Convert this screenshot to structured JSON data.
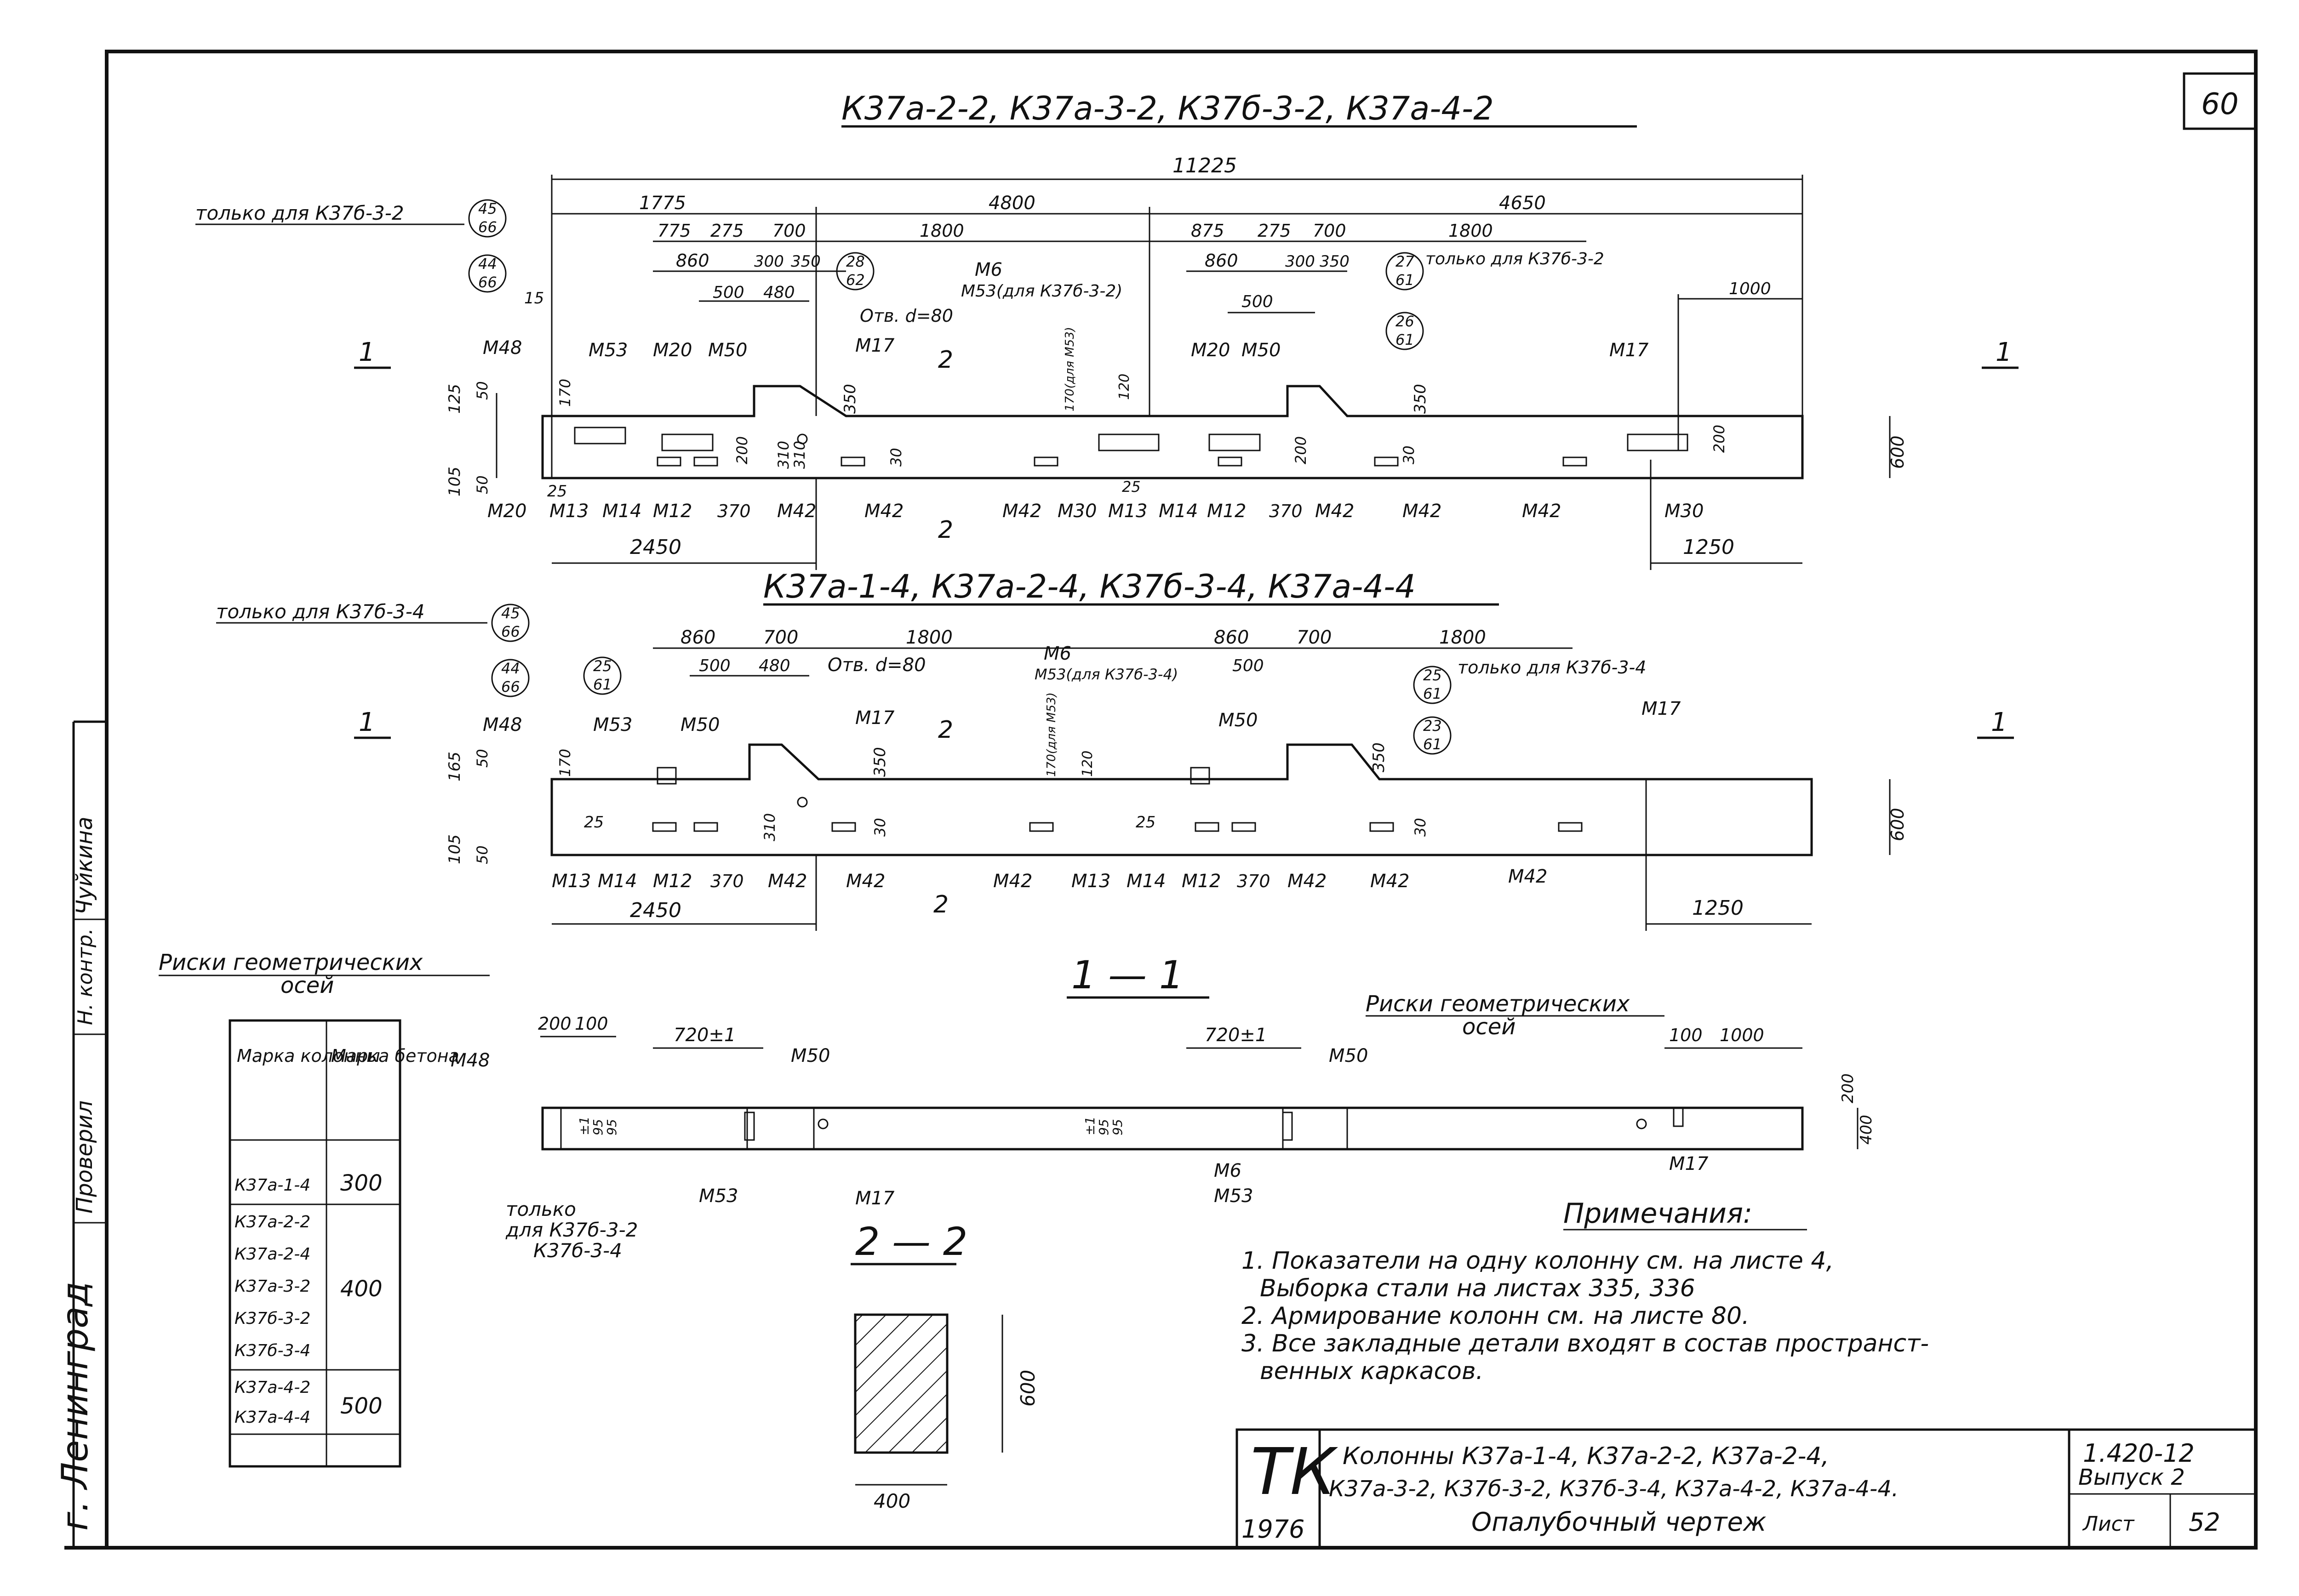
{
  "sheet_corner": "60",
  "elevation1": {
    "title": "К37а-2-2, К37а-3-2, К37б-3-2, К37а-4-2",
    "only_for": "только для К37б-3-2",
    "dims": [
      "11225",
      "1775",
      "4800",
      "4650",
      "775",
      "275",
      "700",
      "1800",
      "875",
      "275",
      "700",
      "1800",
      "860",
      "300",
      "350",
      "860",
      "300",
      "350",
      "500",
      "480",
      "500",
      "1000",
      "2450",
      "1250",
      "125",
      "105",
      "50",
      "50",
      "170",
      "15",
      "25",
      "310",
      "350",
      "200",
      "200",
      "310",
      "30",
      "120",
      "350",
      "600",
      "200",
      "30",
      "170(для М53)",
      "25",
      "30"
    ],
    "marks": [
      "М48",
      "М53",
      "М20",
      "М50",
      "М17",
      "М6",
      "М53(для К37б-3-2)",
      "М20",
      "М50",
      "М17",
      "М20",
      "М13",
      "М14",
      "М12",
      "М42",
      "М42",
      "М42",
      "М30",
      "М13",
      "М14",
      "М12",
      "М42",
      "М42",
      "М42",
      "М30"
    ],
    "leaders": [
      [
        "45",
        "66"
      ],
      [
        "44",
        "66"
      ],
      [
        "28",
        "62"
      ],
      [
        "27",
        "61"
      ],
      [
        "26",
        "61"
      ]
    ],
    "note_only": "только для К37б-3-2",
    "hole": "Отв. d=80",
    "sect1": "1",
    "sect2": "2"
  },
  "elevation2": {
    "title": "К37а-1-4, К37а-2-4, К37б-3-4, К37а-4-4",
    "only_for": "только для К37б-3-4",
    "dims": [
      "860",
      "700",
      "1800",
      "860",
      "700",
      "1800",
      "500",
      "480",
      "500",
      "2450",
      "1250",
      "165",
      "105",
      "50",
      "50",
      "170",
      "25",
      "310",
      "350",
      "30",
      "170(для М53)",
      "120",
      "25",
      "350",
      "30",
      "600"
    ],
    "marks": [
      "М48",
      "М53",
      "М50",
      "М17",
      "М6",
      "М53(для К37б-3-4)",
      "М50",
      "М17",
      "М13",
      "М14",
      "М12",
      "М42",
      "М42",
      "М42",
      "М13",
      "М14",
      "М12",
      "М42",
      "М42",
      "М42"
    ],
    "leaders": [
      [
        "45",
        "66"
      ],
      [
        "44",
        "66"
      ],
      [
        "25",
        "61"
      ],
      [
        "25",
        "61"
      ],
      [
        "23",
        "61"
      ]
    ],
    "note_only": "только для К37б-3-4",
    "hole": "Отв. d=80",
    "num370": "370"
  },
  "section11": {
    "title": "1 — 1",
    "risk_left": [
      "Риски геометрических",
      "осей"
    ],
    "risk_right": [
      "Риски геометрических",
      "осей"
    ],
    "dims": [
      "200",
      "100",
      "720±1",
      "720±1",
      "100",
      "1000",
      "200",
      "400",
      "95",
      "95",
      "±1",
      "95",
      "95",
      "±1"
    ],
    "marks": [
      "М48",
      "М50",
      "М53",
      "М17",
      "М50",
      "М6",
      "М53",
      "М17"
    ],
    "only_for": [
      "только",
      "для К37б-3-2",
      "К37б-3-4"
    ]
  },
  "section22": {
    "title": "2 — 2",
    "width": "400",
    "height": "600"
  },
  "table": {
    "headers": [
      "Марка колонны",
      "Марка бетона"
    ],
    "rows": [
      {
        "cols": [
          "К37а-1-4"
        ],
        "concrete": "300"
      },
      {
        "cols": [
          "К37а-2-2",
          "К37а-2-4",
          "К37а-3-2",
          "К37б-3-2",
          "К37б-3-4"
        ],
        "concrete": "400"
      },
      {
        "cols": [
          "К37а-4-2",
          "К37а-4-4"
        ],
        "concrete": "500"
      }
    ]
  },
  "notes": {
    "title": "Примечания:",
    "items": [
      "1. Показатели на одну колонну см. на листе 4,",
      "Выборка стали на листах 335, 336",
      "2. Армирование колонн см. на листе 80.",
      "3. Все закладные детали входят в состав пространст-",
      "венных каркасов."
    ]
  },
  "title_block": {
    "org": "ТК",
    "year": "1976",
    "name_lines": [
      "Колонны К37а-1-4, К37а-2-2, К37а-2-4,",
      "К37а-3-2, К37б-3-2, К37б-3-4, К37а-4-2, К37а-4-4.",
      "Опалубочный чертеж"
    ],
    "series": "1.420-12",
    "issue": "Выпуск 2",
    "sheet_label": "Лист",
    "sheet_no": "52"
  },
  "side_stamp": {
    "city": "г. Ленинград",
    "labels": [
      "Проверил",
      "Н. контр.",
      "Чуйкина"
    ]
  }
}
